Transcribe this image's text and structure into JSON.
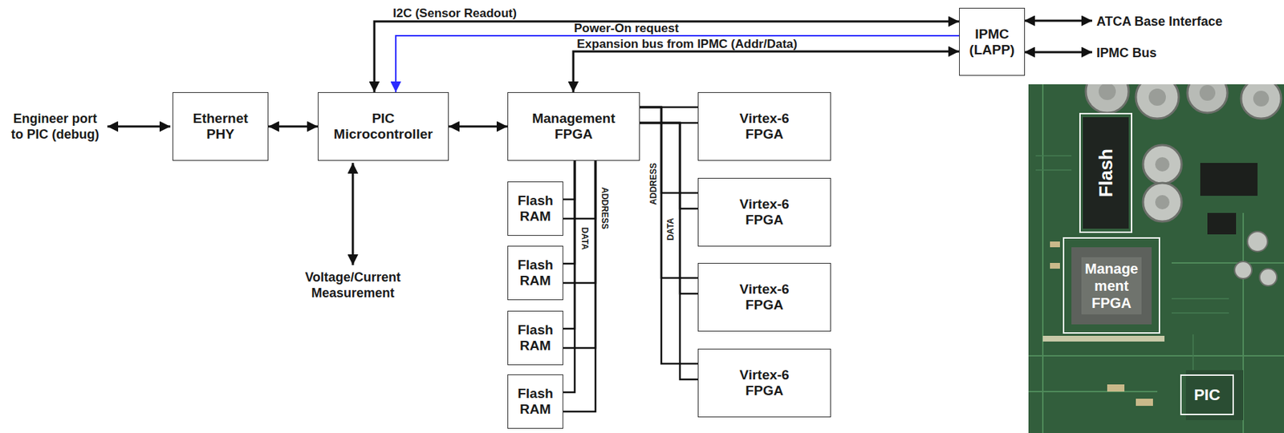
{
  "diagram": {
    "nodes": [
      {
        "text": [
          "IPMC (LAPP)"
        ]
      },
      {
        "text": [
          "Ethernet PHY"
        ]
      },
      {
        "text": [
          "PIC Microcontroller"
        ]
      },
      {
        "text": [
          "Management FPGA"
        ]
      },
      {
        "text": [
          "Virtex-6 FPGA"
        ]
      },
      {
        "text": [
          "Virtex-6 FPGA"
        ]
      },
      {
        "text": [
          "Virtex-6 FPGA"
        ]
      },
      {
        "text": [
          "Virtex-6 FPGA"
        ]
      },
      {
        "text": [
          "Flash RAM"
        ]
      },
      {
        "text": [
          "Flash RAM"
        ]
      },
      {
        "text": [
          "Flash RAM"
        ]
      },
      {
        "text": [
          "Flash RAM"
        ]
      },
      {
        "text": [
          "Flash"
        ]
      },
      {
        "text": [
          "Manage ment FPGA"
        ]
      },
      {
        "text": [
          "PIC"
        ]
      }
    ],
    "edges": [
      {
        "from": 1,
        "to": 2,
        "arrow": "both"
      },
      {
        "from": 2,
        "to": 3,
        "arrow": "both"
      },
      {
        "from": 0,
        "to": 2,
        "label": "I2C (Sensor Readout)",
        "arrow": "both"
      },
      {
        "from": 0,
        "to": 2,
        "label": "Power-On request",
        "arrow": "to"
      },
      {
        "from": 0,
        "to": 3,
        "label": "Expansion bus from IPMC (Addr/Data)",
        "arrow": "both"
      },
      {
        "from": 3,
        "to": 8,
        "arrow": "none"
      },
      {
        "from": 3,
        "to": 9,
        "arrow": "none"
      },
      {
        "from": 3,
        "to": 10,
        "arrow": "none"
      },
      {
        "from": 3,
        "to": 11,
        "arrow": "none"
      },
      {
        "from": 3,
        "to": 4,
        "arrow": "none"
      },
      {
        "from": 3,
        "to": 5,
        "arrow": "none"
      },
      {
        "from": 3,
        "to": 6,
        "arrow": "none"
      },
      {
        "from": 3,
        "to": 7,
        "arrow": "none"
      }
    ],
    "labels": [
      "Engineer port to PIC (debug)",
      "Voltage/Current Measurement",
      "ATCA Base Interface",
      "IPMC Bus",
      "DATA",
      "ADDRESS",
      "ADDRESS",
      "DATA"
    ]
  }
}
